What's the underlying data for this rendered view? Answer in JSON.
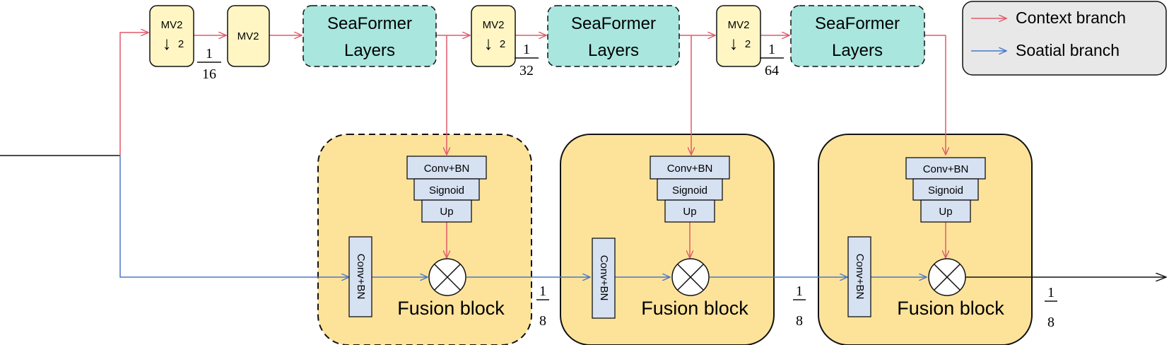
{
  "legend": {
    "context_label": "Context branch",
    "spatial_label": "Soatial branch"
  },
  "context_branch": {
    "mv2_down_1": {
      "line1": "MV2",
      "arrow": "↓",
      "factor": "2"
    },
    "mv2_1": {
      "label": "MV2"
    },
    "scale_1": {
      "num": "1",
      "den": "16"
    },
    "seaformer_1": {
      "line1": "SeaFormer",
      "line2": "Layers"
    },
    "mv2_down_2": {
      "line1": "MV2",
      "arrow": "↓",
      "factor": "2"
    },
    "scale_2": {
      "num": "1",
      "den": "32"
    },
    "seaformer_2": {
      "line1": "SeaFormer",
      "line2": "Layers"
    },
    "mv2_down_3": {
      "line1": "MV2",
      "arrow": "↓",
      "factor": "2"
    },
    "scale_3": {
      "num": "1",
      "den": "64"
    },
    "seaformer_3": {
      "line1": "SeaFormer",
      "line2": "Layers"
    }
  },
  "fusion_blocks": [
    {
      "title": "Fusion block",
      "conv_bn": "Conv+BN",
      "sigmoid": "Signoid",
      "up": "Up",
      "side_conv": "Conv+BN",
      "scale_num": "1",
      "scale_den": "8"
    },
    {
      "title": "Fusion block",
      "conv_bn": "Conv+BN",
      "sigmoid": "Signoid",
      "up": "Up",
      "side_conv": "Conv+BN",
      "scale_num": "1",
      "scale_den": "8"
    },
    {
      "title": "Fusion block",
      "conv_bn": "Conv+BN",
      "sigmoid": "Signoid",
      "up": "Up",
      "side_conv": "Conv+BN",
      "scale_num": "1",
      "scale_den": "8"
    }
  ],
  "colors": {
    "context": "#e05a6a",
    "spatial": "#4a78c8",
    "mv2_fill": "#fff6c4",
    "seaformer_fill": "#a8e6de",
    "fusion_fill": "#fde39a",
    "small_box_fill": "#d6e1f2",
    "legend_fill": "#e8e8e8"
  }
}
